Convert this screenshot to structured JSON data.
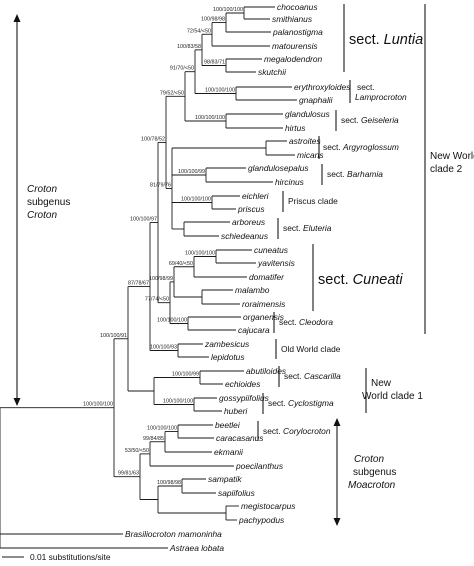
{
  "taxa": [
    {
      "id": "chocoanus",
      "name": "chocoanus"
    },
    {
      "id": "smithianus",
      "name": "smithianus"
    },
    {
      "id": "palanostigma",
      "name": "palanostigma"
    },
    {
      "id": "matourensis",
      "name": "matourensis"
    },
    {
      "id": "megalodendron",
      "name": "megalodendron"
    },
    {
      "id": "skutchii",
      "name": "skutchii"
    },
    {
      "id": "erythroxyloides",
      "name": "erythroxyloides"
    },
    {
      "id": "gnaphalii",
      "name": "gnaphalii"
    },
    {
      "id": "glandulosus",
      "name": "glandulosus"
    },
    {
      "id": "hirtus",
      "name": "hirtus"
    },
    {
      "id": "astroites",
      "name": "astroites"
    },
    {
      "id": "micans",
      "name": "micans"
    },
    {
      "id": "glandulosepalus",
      "name": "glandulosepalus"
    },
    {
      "id": "hircinus",
      "name": "hircinus"
    },
    {
      "id": "eichleri",
      "name": "eichleri"
    },
    {
      "id": "priscus",
      "name": "priscus"
    },
    {
      "id": "arboreus",
      "name": "arboreus"
    },
    {
      "id": "schiedeanus",
      "name": "schiedeanus"
    },
    {
      "id": "cuneatus",
      "name": "cuneatus"
    },
    {
      "id": "yavitensis",
      "name": "yavitensis"
    },
    {
      "id": "domatifer",
      "name": "domatifer"
    },
    {
      "id": "malambo",
      "name": "malambo"
    },
    {
      "id": "roraimensis",
      "name": "roraimensis"
    },
    {
      "id": "organensis",
      "name": "organensis"
    },
    {
      "id": "cajucara",
      "name": "cajucara"
    },
    {
      "id": "zambesicus",
      "name": "zambesicus"
    },
    {
      "id": "lepidotus",
      "name": "lepidotus"
    },
    {
      "id": "abutiloides",
      "name": "abutiloides"
    },
    {
      "id": "echioides",
      "name": "echioides"
    },
    {
      "id": "gossypiifolius",
      "name": "gossypiifolius"
    },
    {
      "id": "huberi",
      "name": "huberi"
    },
    {
      "id": "beetlei",
      "name": "beetlei"
    },
    {
      "id": "caracasanus",
      "name": "caracasanus"
    },
    {
      "id": "ekmanii",
      "name": "ekmanii"
    },
    {
      "id": "poecilanthus",
      "name": "poecilanthus"
    },
    {
      "id": "sampatik",
      "name": "sampatik"
    },
    {
      "id": "sapiifolius",
      "name": "sapiifolius"
    },
    {
      "id": "megistocarpus",
      "name": "megistocarpus"
    },
    {
      "id": "pachypodus",
      "name": "pachypodus"
    },
    {
      "id": "brasiliocroton",
      "name": "Brasiliocroton mamoninha"
    },
    {
      "id": "astraea",
      "name": "Astraea lobata"
    }
  ],
  "support_values": [
    {
      "id": "s1",
      "text": "100/100/100"
    },
    {
      "id": "s2",
      "text": "100/98/98"
    },
    {
      "id": "s3",
      "text": "72/54/<50"
    },
    {
      "id": "s4",
      "text": "98/83/71"
    },
    {
      "id": "s5",
      "text": "100/83/58"
    },
    {
      "id": "s6",
      "text": "100/100/100"
    },
    {
      "id": "s7",
      "text": "91/70/<50"
    },
    {
      "id": "s8",
      "text": "100/100/100"
    },
    {
      "id": "s9",
      "text": "79/52/<50"
    },
    {
      "id": "s10",
      "text": "100/100/99"
    },
    {
      "id": "s11",
      "text": "81/79/76"
    },
    {
      "id": "s12",
      "text": "100/78/52"
    },
    {
      "id": "s13",
      "text": "100/100/100"
    },
    {
      "id": "s14",
      "text": "100/100/97"
    },
    {
      "id": "s15",
      "text": "100/100/100"
    },
    {
      "id": "s16",
      "text": "69/40/<50"
    },
    {
      "id": "s17",
      "text": "100/98/99"
    },
    {
      "id": "s18",
      "text": "87/78/67"
    },
    {
      "id": "s19",
      "text": "77/74/<50"
    },
    {
      "id": "s20",
      "text": "100/100/100"
    },
    {
      "id": "s21",
      "text": "100/100/91"
    },
    {
      "id": "s22",
      "text": "100/100/93"
    },
    {
      "id": "s23",
      "text": "100/100/100"
    },
    {
      "id": "s24",
      "text": "100/100/99"
    },
    {
      "id": "s25",
      "text": "100/100/100"
    },
    {
      "id": "s26",
      "text": "100/100/100"
    },
    {
      "id": "s27",
      "text": "99/84/85"
    },
    {
      "id": "s28",
      "text": "53/50/<50"
    },
    {
      "id": "s29",
      "text": "99/81/63"
    },
    {
      "id": "s30",
      "text": "100/98/98"
    }
  ],
  "sections": [
    {
      "id": "luntia",
      "prefix": "sect.",
      "name": "Luntia"
    },
    {
      "id": "lamprocroton",
      "prefix": "sect.",
      "name": "Lamprocroton"
    },
    {
      "id": "geiseleria",
      "prefix": "sect.",
      "name": "Geiseleria"
    },
    {
      "id": "argyroglossum",
      "prefix": "sect.",
      "name": "Argyroglossum"
    },
    {
      "id": "barhamia",
      "prefix": "sect.",
      "name": "Barhamia"
    },
    {
      "id": "priscus",
      "prefix": "",
      "name": "Priscus clade"
    },
    {
      "id": "eluteria",
      "prefix": "sect.",
      "name": "Eluteria"
    },
    {
      "id": "cuneati",
      "prefix": "sect.",
      "name": "Cuneati"
    },
    {
      "id": "cleodora",
      "prefix": "sect.",
      "name": "Cleodora"
    },
    {
      "id": "oldworld",
      "prefix": "",
      "name": "Old World clade"
    },
    {
      "id": "cascarilla",
      "prefix": "sect.",
      "name": "Cascarilla"
    },
    {
      "id": "cyclostigma",
      "prefix": "sect.",
      "name": "Cyclostigma"
    },
    {
      "id": "corylocroton",
      "prefix": "sect.",
      "name": "Corylocroton"
    }
  ],
  "clades": {
    "nw2_line1": "New World",
    "nw2_line2": "clade 2",
    "nw1_line1": "New",
    "nw1_line2": "World clade 1"
  },
  "subgenera": {
    "croton": {
      "line1": "Croton",
      "line2": "subgenus",
      "line3": "Croton"
    },
    "moacroton": {
      "line1": "Croton",
      "line2": "subgenus",
      "line3": "Moacroton"
    }
  },
  "scale": {
    "label": "0.01 substitutions/site"
  }
}
